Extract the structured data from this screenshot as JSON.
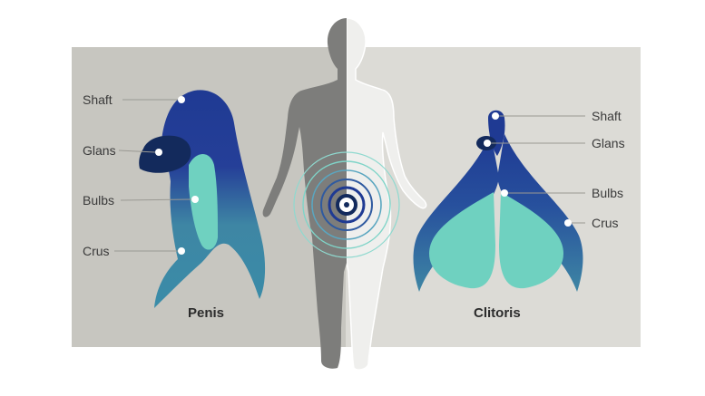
{
  "left": {
    "title": "Penis",
    "labels": {
      "shaft": "Shaft",
      "glans": "Glans",
      "bulbs": "Bulbs",
      "crus": "Crus"
    }
  },
  "right": {
    "title": "Clitoris",
    "labels": {
      "shaft": "Shaft",
      "glans": "Glans",
      "bulbs": "Bulbs",
      "crus": "Crus"
    }
  },
  "colors": {
    "panel_left": "#c7c6c0",
    "panel_right": "#dcdbd6",
    "navy": "#1f3a93",
    "dark_navy": "#132a5c",
    "teal_blue": "#3e86a4",
    "mint": "#6fd1c0",
    "body_dark": "#7d7d7b",
    "body_light": "#ececea",
    "ring": "#7fd4c8"
  }
}
